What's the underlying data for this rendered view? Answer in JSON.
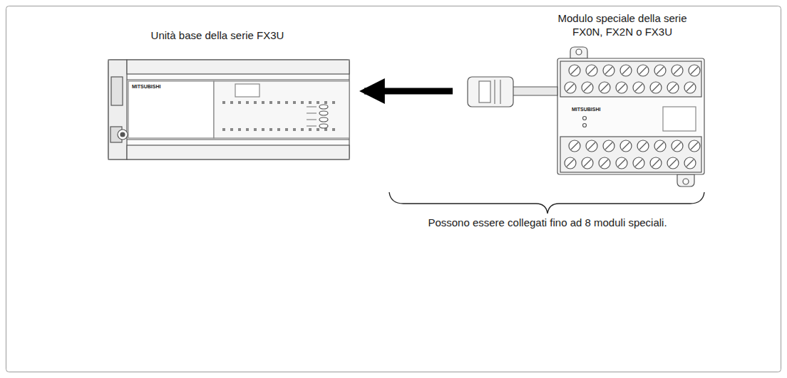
{
  "diagram": {
    "nodes": [
      {
        "text": [
          "Unità base della serie FX3U"
        ]
      },
      {
        "text": [
          "Modulo speciale della serie FX0N, FX2N o FX3U"
        ]
      }
    ],
    "edges": [
      {
        "from": 1,
        "to": 0,
        "arrow": "to"
      }
    ],
    "labels": [
      "Possono essere collegati fino ad 8 moduli speciali.",
      "MITSUBISHI",
      "MITSUBISHI"
    ]
  }
}
